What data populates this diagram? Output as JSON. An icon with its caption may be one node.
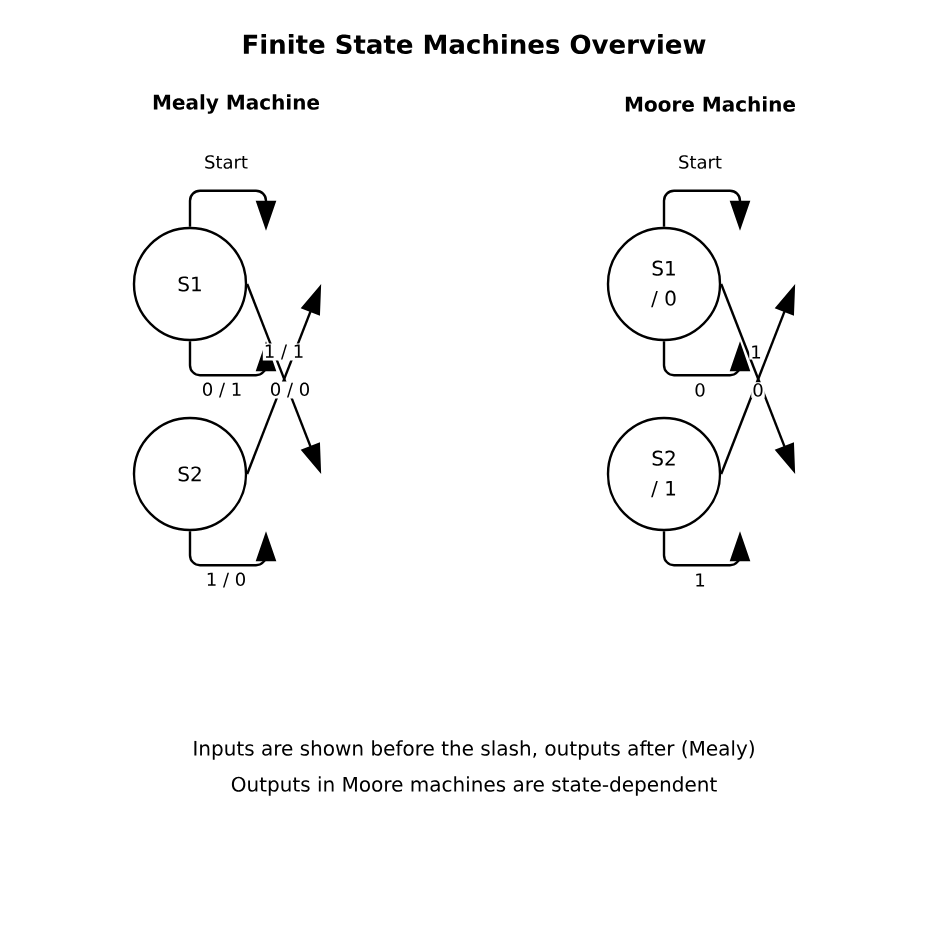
{
  "diagram": {
    "title": "Finite State Machines Overview",
    "nodes": [
      {
        "text": [
          "S1"
        ]
      },
      {
        "text": [
          "S2"
        ]
      },
      {
        "text": [
          "S1",
          "/ 0"
        ]
      },
      {
        "text": [
          "S2",
          "/ 1"
        ]
      }
    ],
    "edges": [
      {
        "from": 0,
        "to": 0,
        "arrow": "to",
        "label": "Start"
      },
      {
        "from": 0,
        "to": 0,
        "arrow": "to",
        "label": "0 / 1"
      },
      {
        "from": 0,
        "to": 1,
        "arrow": "to",
        "label": "1 / 1"
      },
      {
        "from": 1,
        "to": 0,
        "arrow": "to",
        "label": "0 / 0"
      },
      {
        "from": 1,
        "to": 1,
        "arrow": "to",
        "label": "1 / 0"
      },
      {
        "from": 2,
        "to": 2,
        "arrow": "to",
        "label": "Start"
      },
      {
        "from": 2,
        "to": 2,
        "arrow": "to",
        "label": "0"
      },
      {
        "from": 2,
        "to": 3,
        "arrow": "to",
        "label": "1"
      },
      {
        "from": 3,
        "to": 2,
        "arrow": "to",
        "label": "0"
      },
      {
        "from": 3,
        "to": 3,
        "arrow": "to",
        "label": "1"
      }
    ],
    "labels": [
      "Mealy Machine",
      "Moore Machine",
      "Inputs are shown before the slash, outputs after (Mealy)",
      "Outputs in Moore machines are state-dependent"
    ]
  }
}
